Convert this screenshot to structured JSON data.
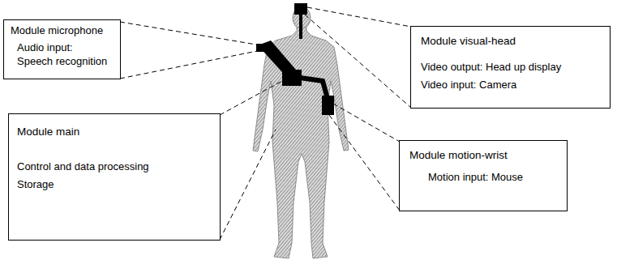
{
  "diagram": {
    "nodes": [
      {
        "text": [
          "Module microphone",
          "Audio input:",
          "Speech recognition"
        ]
      },
      {
        "text": [
          "Module visual-head",
          "Video output: Head up display",
          "Video input: Camera"
        ]
      },
      {
        "text": [
          "Module main",
          "Control and data processing",
          "Storage"
        ]
      },
      {
        "text": [
          "Module motion-wrist",
          "Motion input: Mouse"
        ]
      }
    ]
  }
}
